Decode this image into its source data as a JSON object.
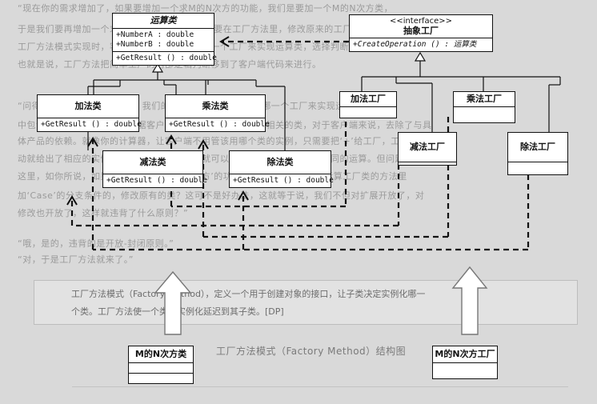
{
  "background_text": [
    "“现在你的需求增加了，如果要增加一个求M的N次方的功能，我们是要加一个M的N次方类，",
    "于是我们要再增加一个求‘M的N次方’的功能，需要在工厂方法里，修改原来的工厂类，",
    "工厂方法模式实现时，客户端需要决定实例化哪一个工厂来实现运算类，选择判断的问题还是存在的，",
    "也就是说，工厂方法把简单工厂的内部逻辑判断移到了客户端代码来进行。",
    "“问得好，对于工厂方法模式，我们的客户端需要决定实例化哪一个工厂来实现运算类，",
    "中包含了必要的逻辑判断，根据客户端的选择条件动态实例化相关的类，对于客户端来说，去除了与具",
    "体产品的依赖。就像你的计算器，让客户端不用管该用哪个类的实例，只需要把‘+’给工厂，工厂自",
    "动就给出了相应的实例，客户端只要去做运算就可以了，不同的实例会实现不同的运算。但问题也就在",
    "这里，如你所说，如果要加一个‘求M数的N次方’的功能，我们是一定需要给运算工厂类的方法里",
    "加‘Case’的分支条件的，修改原有的类？这可不是好办法，这就等于说，我们不但对扩展开放了，对",
    "修改也开放了，这样就违背了什么原则？”",
    "“哦，是的，违背的是开放-封闭原则。”",
    "“对，于是工厂方法就来了。”"
  ],
  "note": {
    "line1": "工厂方法模式（Factory Method），定义一个用于创建对象的接口，让子类决定实例化哪一",
    "line2": "个类。工厂方法使一个类的实例化延迟到其子类。[DP]"
  },
  "figure_caption": "工厂方法模式（Factory Method）结构图",
  "operation": {
    "name": "运算类",
    "attrs": [
      "+NumberA : double",
      "+NumberB : double"
    ],
    "ops": [
      "+GetResult () : double"
    ]
  },
  "factory_interface": {
    "stereotype": "<<interface>>",
    "name": "抽象工厂",
    "ops": [
      "+CreateOperation () : 运算类"
    ]
  },
  "add_class": {
    "name": "加法类",
    "op": "+GetResult () : double"
  },
  "mul_class": {
    "name": "乘法类",
    "op": "+GetResult () : double"
  },
  "sub_class": {
    "name": "减法类",
    "op": "+GetResult () : double"
  },
  "div_class": {
    "name": "除法类",
    "op": "+GetResult () : double"
  },
  "factories": {
    "add": "加法工厂",
    "mul": "乘法工厂",
    "sub": "减法工厂",
    "div": "除法工厂"
  },
  "new_class": "M的N次方类",
  "new_factory": "M的N次方工厂"
}
